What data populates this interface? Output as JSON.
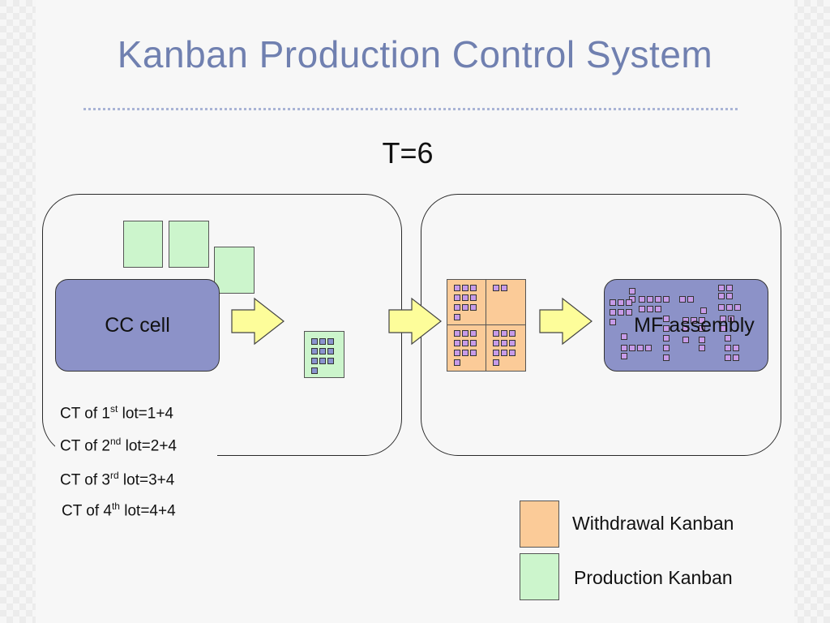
{
  "title": "Kanban Production Control System",
  "time_label": "T=6",
  "cc_cell_label": "CC cell",
  "mf_assembly_label": "MF assembly",
  "cycle_times": [
    {
      "prefix": "CT of 1",
      "sup": "st",
      "suffix": " lot=1+4"
    },
    {
      "prefix": "CT of 2",
      "sup": "nd",
      "suffix": " lot=2+4"
    },
    {
      "prefix": "CT of 3",
      "sup": "rd",
      "suffix": " lot=3+4"
    },
    {
      "prefix": "CT of 4",
      "sup": "th",
      "suffix": " lot=4+4"
    }
  ],
  "legend": {
    "withdrawal": "Withdrawal Kanban",
    "production": "Production Kanban"
  },
  "colors": {
    "withdrawal": "#fbcb98",
    "production": "#ccf5cc",
    "cell": "#8c92c8",
    "arrow": "#fdfd9a",
    "title": "#7080b0"
  }
}
